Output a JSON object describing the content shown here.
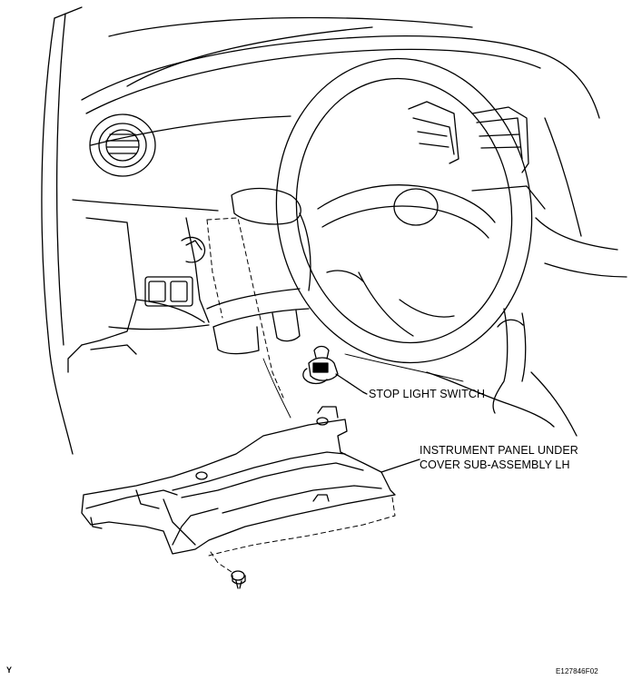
{
  "callouts": {
    "stop_light_switch": "STOP LIGHT SWITCH",
    "under_cover_line1": "INSTRUMENT PANEL UNDER",
    "under_cover_line2": "COVER SUB-ASSEMBLY LH"
  },
  "view_marker": "Y",
  "figure_code": "E127846F02",
  "colors": {
    "line": "#000000",
    "background": "#ffffff"
  }
}
